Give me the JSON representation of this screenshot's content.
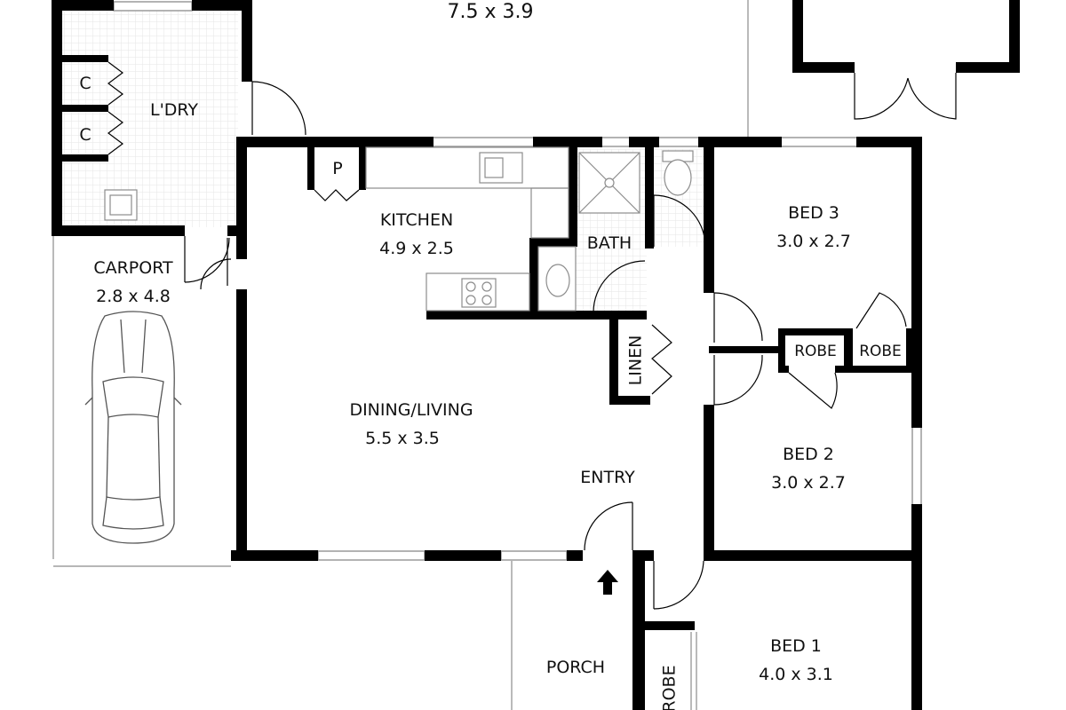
{
  "colors": {
    "wall": "#000000",
    "window_frame": "#9a9a9a",
    "tile_grid": "#e6e6e6",
    "fixture_line": "#8c8c8c",
    "background": "#ffffff"
  },
  "rooms": {
    "top_room": {
      "dimensions": "7.5 x 3.9"
    },
    "laundry": {
      "name": "L'DRY"
    },
    "cupboard_1": {
      "name": "C"
    },
    "cupboard_2": {
      "name": "C"
    },
    "pantry": {
      "name": "P"
    },
    "kitchen": {
      "name": "KITCHEN",
      "dimensions": "4.9 x 2.5"
    },
    "bath": {
      "name": "BATH"
    },
    "carport": {
      "name": "CARPORT",
      "dimensions": "2.8 x 4.8"
    },
    "dining_living": {
      "name": "DINING/LIVING",
      "dimensions": "5.5 x 3.5"
    },
    "linen": {
      "name": "LINEN"
    },
    "entry": {
      "name": "ENTRY"
    },
    "porch": {
      "name": "PORCH"
    },
    "bed_3": {
      "name": "BED 3",
      "dimensions": "3.0 x 2.7"
    },
    "robe_left": {
      "name": "ROBE"
    },
    "robe_right": {
      "name": "ROBE"
    },
    "bed_2": {
      "name": "BED 2",
      "dimensions": "3.0 x 2.7"
    },
    "bed_1": {
      "name": "BED 1",
      "dimensions": "4.0 x 3.1"
    },
    "robe_bed1": {
      "name": "ROBE"
    }
  }
}
